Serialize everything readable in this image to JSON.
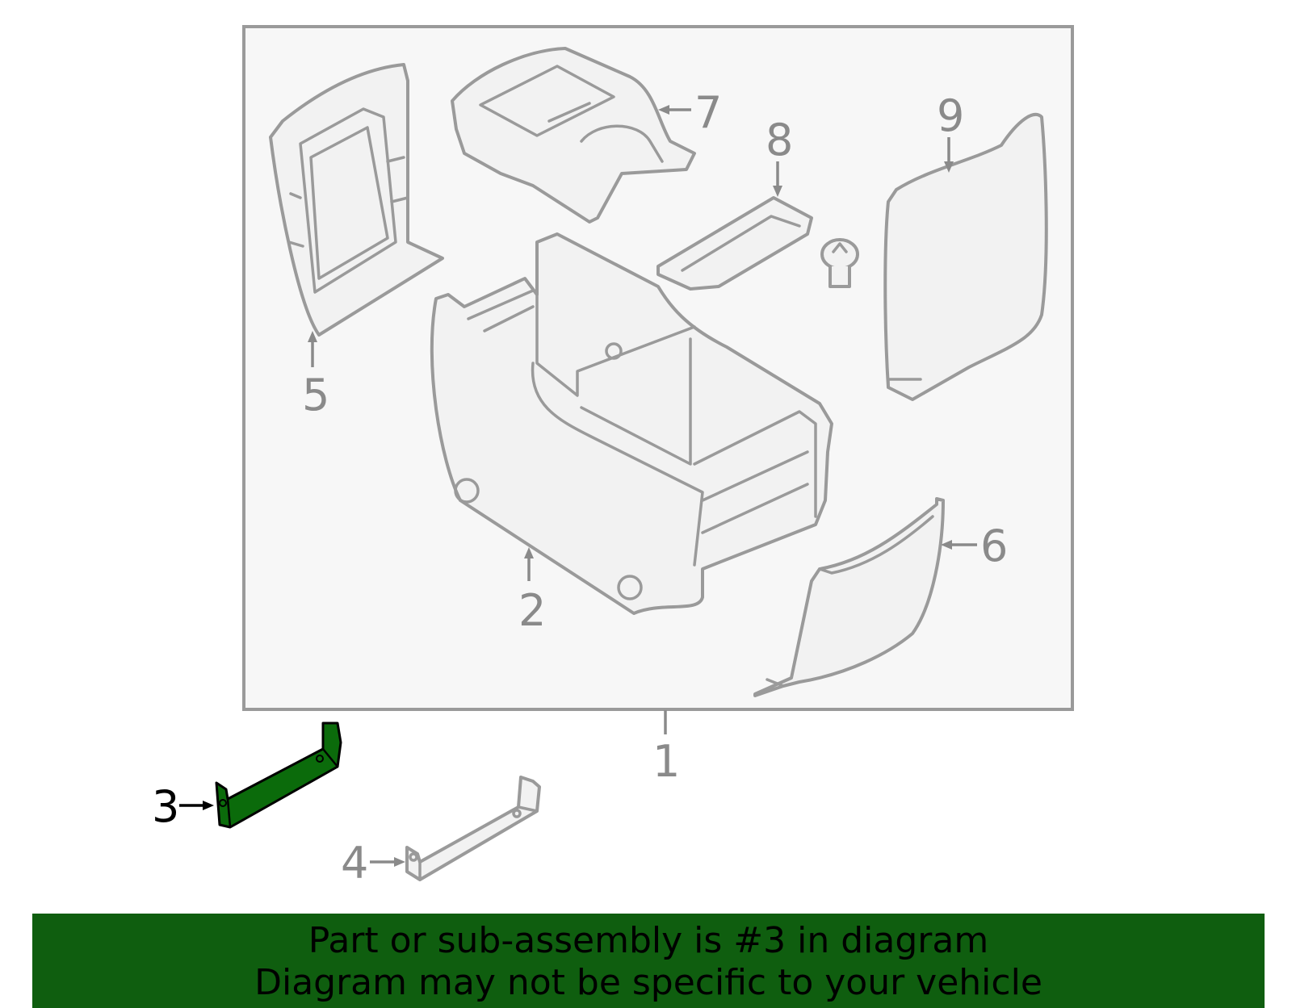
{
  "callouts": [
    {
      "id": "1",
      "label": "1"
    },
    {
      "id": "2",
      "label": "2"
    },
    {
      "id": "3",
      "label": "3",
      "highlighted": true
    },
    {
      "id": "4",
      "label": "4"
    },
    {
      "id": "5",
      "label": "5"
    },
    {
      "id": "6",
      "label": "6"
    },
    {
      "id": "7",
      "label": "7"
    },
    {
      "id": "8",
      "label": "8"
    },
    {
      "id": "9",
      "label": "9"
    }
  ],
  "banner": {
    "line1": "Part or sub-assembly is #3 in diagram",
    "line2": "Diagram may not be specific to your vehicle"
  },
  "colors": {
    "highlight_part": "#0b6b0b",
    "banner_bg": "#0f5e0f",
    "line_art": "#9a9a9a",
    "assembly_box_bg": "#f7f7f7"
  }
}
